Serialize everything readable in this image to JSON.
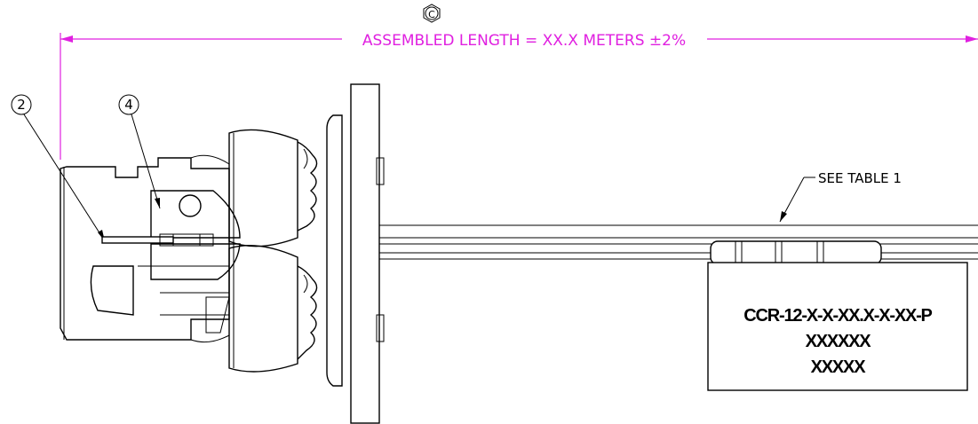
{
  "revision_symbol": "C",
  "dimension": {
    "label": "ASSEMBLED LENGTH = XX.X METERS ±2%",
    "color": "#e020e0"
  },
  "balloons": [
    {
      "number": "2"
    },
    {
      "number": "4"
    }
  ],
  "callout": {
    "text": "SEE TABLE 1"
  },
  "tag_label": {
    "line1": "CCR-12-X-X-XX.X-X-XX-P",
    "line2": "XXXXXX",
    "line3": "XXXXX"
  }
}
